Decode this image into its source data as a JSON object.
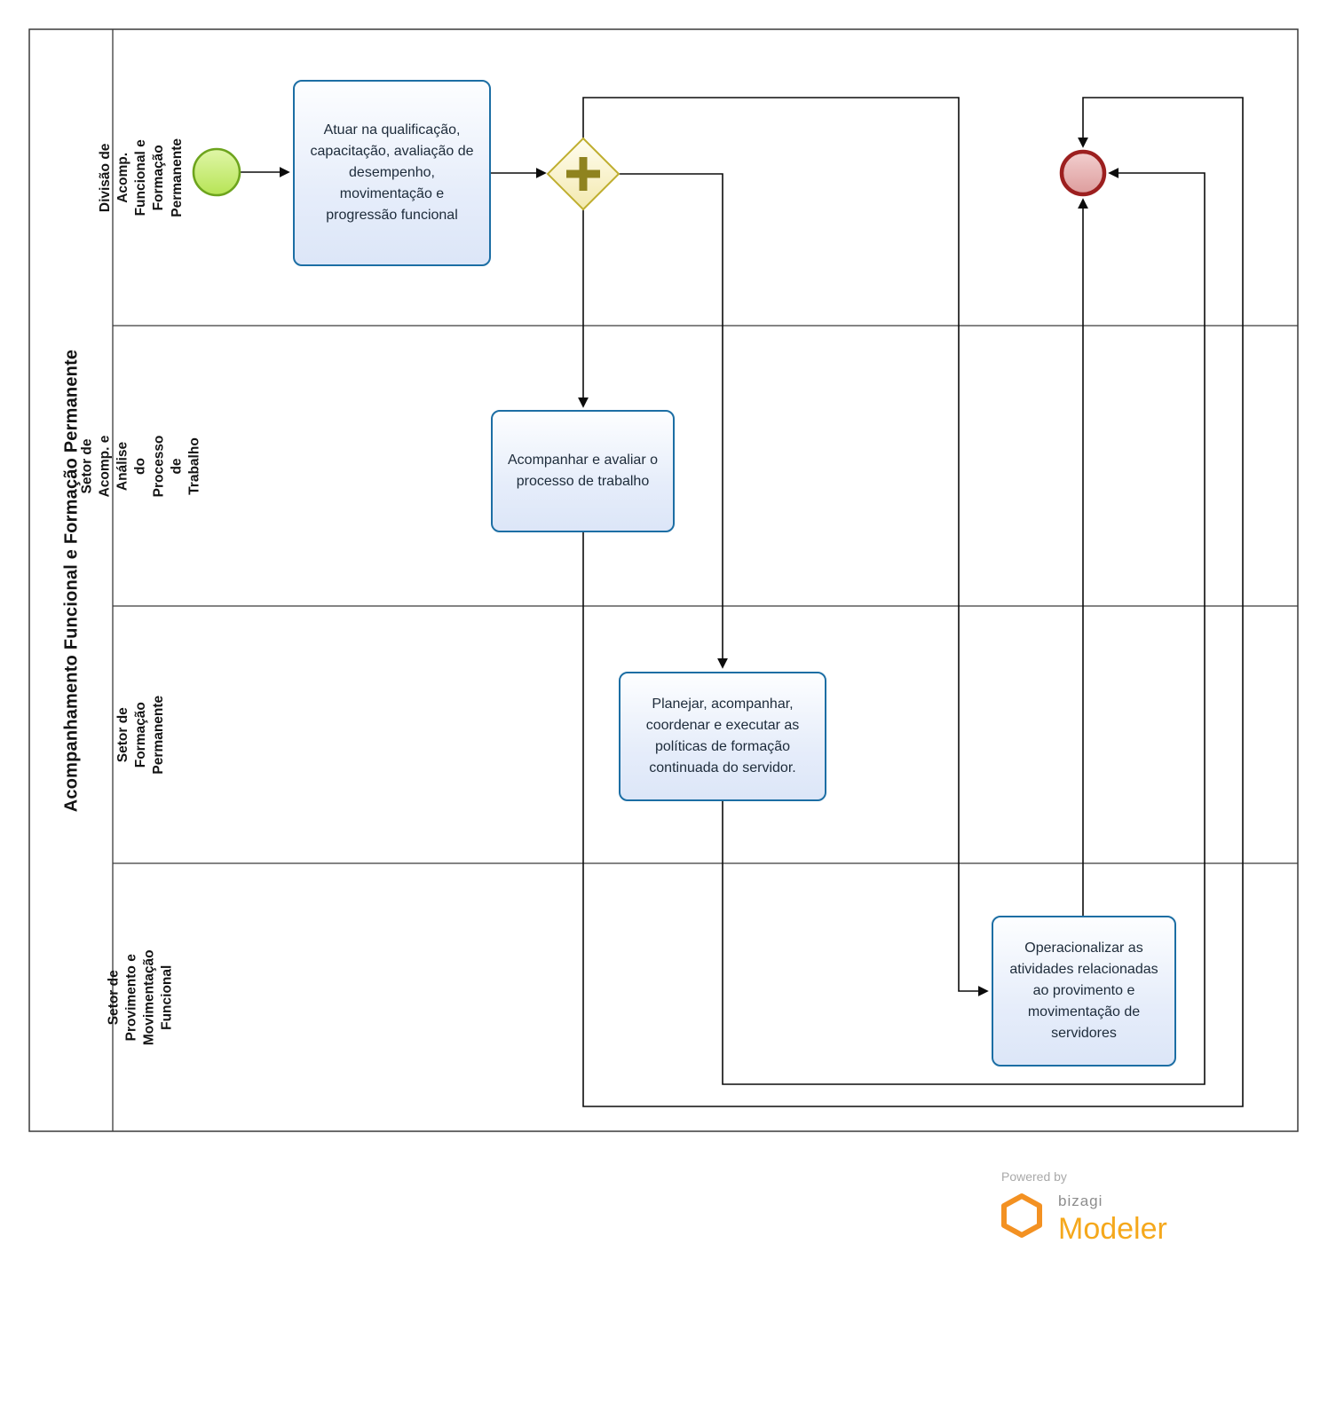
{
  "pool": {
    "label": "Acompanhamento Funcional e Formação Permanente"
  },
  "lanes": [
    {
      "label": "Divisão de Acomp. Funcional e Formação Permanente"
    },
    {
      "label": "Setor de Acomp. e Análise do Processo de Trabalho"
    },
    {
      "label": "Setor de Formação Permanente"
    },
    {
      "label": "Setor de Provimento e Movimentação Funcional"
    }
  ],
  "tasks": [
    {
      "label": "Atuar na qualificação, capacitação, avaliação de desempenho, movimentação e progressão funcional"
    },
    {
      "label": "Acompanhar e avaliar o processo de trabalho"
    },
    {
      "label": "Planejar, acompanhar, coordenar e executar as políticas de formação continuada do servidor."
    },
    {
      "label": "Operacionalizar as atividades relacionadas ao provimento e movimentação de servidores"
    }
  ],
  "events": {
    "start": "start-event",
    "end": "end-event"
  },
  "gateway": {
    "type": "parallel"
  },
  "flows": [
    {
      "from": "start-event",
      "to": "task-atuar"
    },
    {
      "from": "task-atuar",
      "to": "parallel-gateway"
    },
    {
      "from": "parallel-gateway",
      "to": "task-acompanhar"
    },
    {
      "from": "parallel-gateway",
      "to": "task-planejar"
    },
    {
      "from": "parallel-gateway",
      "to": "task-operacionalizar"
    },
    {
      "from": "task-acompanhar",
      "to": "end-event"
    },
    {
      "from": "task-planejar",
      "to": "end-event"
    },
    {
      "from": "task-operacionalizar",
      "to": "end-event"
    }
  ],
  "branding": {
    "powered_by": "Powered by",
    "brand": "bizagi",
    "product": "Modeler"
  },
  "colors": {
    "task_border": "#1c6ea4",
    "start_stroke": "#6da41d",
    "end_stroke": "#9c1f1f",
    "gateway_stroke": "#bfae2f",
    "gateway_plus": "#8f831f",
    "flow": "#0c0c0c",
    "brand_orange": "#f5a81c",
    "brand_gray": "#8d8d8d"
  }
}
